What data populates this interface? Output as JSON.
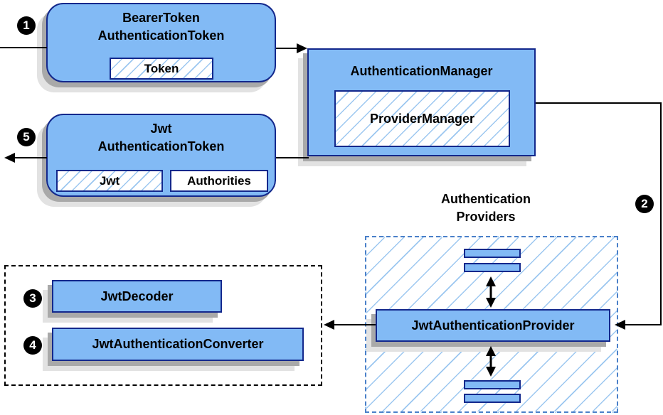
{
  "badges": {
    "one": "1",
    "two": "2",
    "three": "3",
    "four": "4",
    "five": "5"
  },
  "nodes": {
    "bearer_token": {
      "line1": "BearerToken",
      "line2": "AuthenticationToken",
      "chip": "Token"
    },
    "jwt_token": {
      "line1": "Jwt",
      "line2": "AuthenticationToken",
      "chip_jwt": "Jwt",
      "chip_authorities": "Authorities"
    },
    "authentication_manager": {
      "title": "AuthenticationManager",
      "inner": "ProviderManager"
    },
    "providers_group": {
      "label_line1": "Authentication",
      "label_line2": "Providers",
      "provider": "JwtAuthenticationProvider"
    },
    "decoder_group": {
      "decoder": "JwtDecoder",
      "converter": "JwtAuthenticationConverter"
    }
  },
  "colors": {
    "node_fill": "#82BAF5",
    "node_border": "#13288C",
    "hatch_line": "#9CC7F0",
    "dashed_blue_border": "#4A80C9",
    "dashed_black_border": "#000000",
    "arrow": "#000000",
    "shadow_dark": "#A9A9A9",
    "shadow_light": "#E2E2E2",
    "badge_bg": "#000000",
    "badge_text": "#FFFFFF",
    "text": "#000000"
  }
}
